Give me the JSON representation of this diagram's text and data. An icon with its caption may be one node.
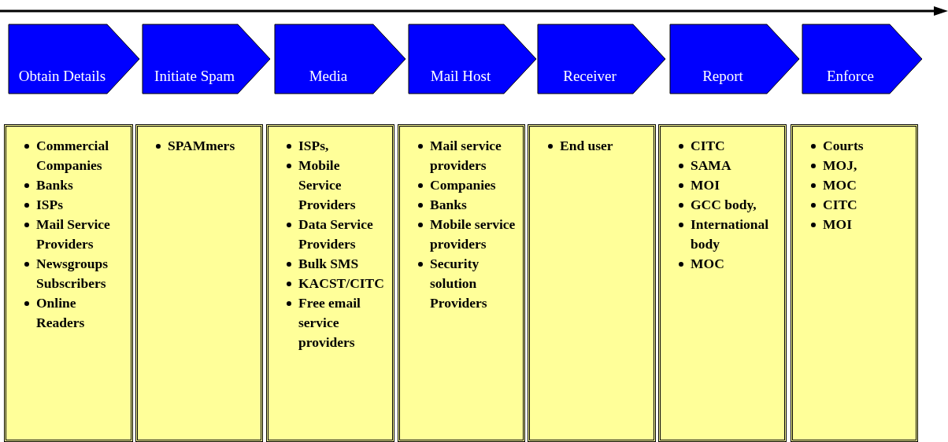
{
  "diagram": {
    "nodes": [
      {
        "text": [
          "Obtain Details"
        ]
      },
      {
        "text": [
          "Initiate Spam"
        ]
      },
      {
        "text": [
          "Media"
        ]
      },
      {
        "text": [
          "Mail Host"
        ]
      },
      {
        "text": [
          "Receiver"
        ]
      },
      {
        "text": [
          "Report"
        ]
      },
      {
        "text": [
          "Enforce"
        ]
      },
      {
        "text": [
          "Commercial Companies",
          "Banks",
          "ISPs",
          "Mail Service Providers",
          "Newsgroups Subscribers",
          "Online Readers"
        ]
      },
      {
        "text": [
          "SPAMmers"
        ]
      },
      {
        "text": [
          "ISPs,",
          "Mobile Service Providers",
          "Data Service Providers",
          "Bulk SMS",
          "KACST/CITC",
          "Free email service providers"
        ]
      },
      {
        "text": [
          "Mail service providers",
          "Companies",
          "Banks",
          "Mobile service providers",
          "Security solution Providers"
        ]
      },
      {
        "text": [
          "End user"
        ]
      },
      {
        "text": [
          "CITC",
          "SAMA",
          "MOI",
          "GCC body,",
          "International body",
          "MOC"
        ]
      },
      {
        "text": [
          "Courts",
          "MOJ,",
          "MOC",
          "CITC",
          "MOI"
        ]
      }
    ]
  }
}
